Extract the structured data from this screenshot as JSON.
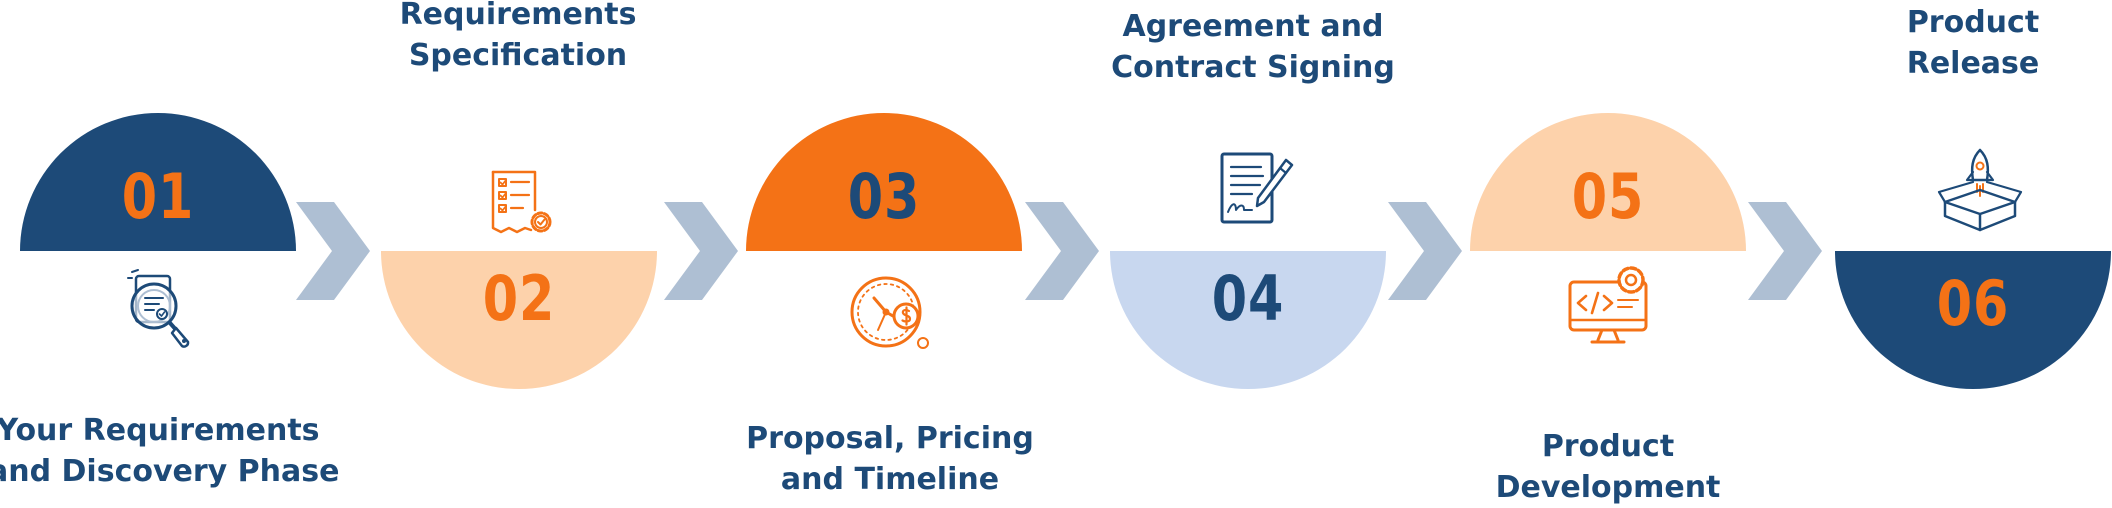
{
  "steps": [
    {
      "number": "01",
      "label": [
        "Your Requirements",
        "and Discovery Phase"
      ],
      "icon": "document-search-icon",
      "half": "top",
      "color": "#1d4a78",
      "num_color": "#f47216"
    },
    {
      "number": "02",
      "label": [
        "Requirements",
        "Specification"
      ],
      "icon": "checklist-gear-icon",
      "half": "bottom",
      "color": "#fdd2ab",
      "num_color": "#f47216"
    },
    {
      "number": "03",
      "label": [
        "Proposal, Pricing",
        "and Timeline"
      ],
      "icon": "clock-dollar-icon",
      "half": "top",
      "color": "#f47216",
      "num_color": "#1d4a78"
    },
    {
      "number": "04",
      "label": [
        "Agreement and",
        "Contract Signing"
      ],
      "icon": "contract-pen-icon",
      "half": "bottom",
      "color": "#c8d7ef",
      "num_color": "#1d4a78"
    },
    {
      "number": "05",
      "label": [
        "Product",
        "Development"
      ],
      "icon": "code-monitor-icon",
      "half": "top",
      "color": "#fdd2ab",
      "num_color": "#f47216"
    },
    {
      "number": "06",
      "label": [
        "Product",
        "Release"
      ],
      "icon": "rocket-box-icon",
      "half": "bottom",
      "color": "#1d4a78",
      "num_color": "#f47216"
    }
  ],
  "colors": {
    "navy": "#1d4a78",
    "orange": "#f47216",
    "peach": "#fdd2ab",
    "light_blue": "#c8d7ef",
    "chevron": "#aebfd3"
  }
}
